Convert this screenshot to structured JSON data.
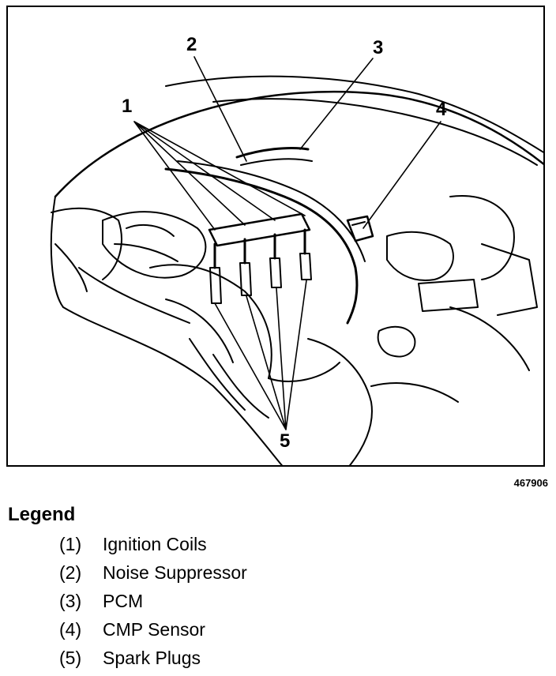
{
  "diagram": {
    "callouts": [
      "1",
      "2",
      "3",
      "4",
      "5"
    ],
    "figure_id": "467906"
  },
  "legend": {
    "title": "Legend",
    "items": [
      {
        "num": "(1)",
        "label": "Ignition Coils"
      },
      {
        "num": "(2)",
        "label": "Noise Suppressor"
      },
      {
        "num": "(3)",
        "label": "PCM"
      },
      {
        "num": "(4)",
        "label": "CMP Sensor"
      },
      {
        "num": "(5)",
        "label": "Spark Plugs"
      }
    ]
  }
}
